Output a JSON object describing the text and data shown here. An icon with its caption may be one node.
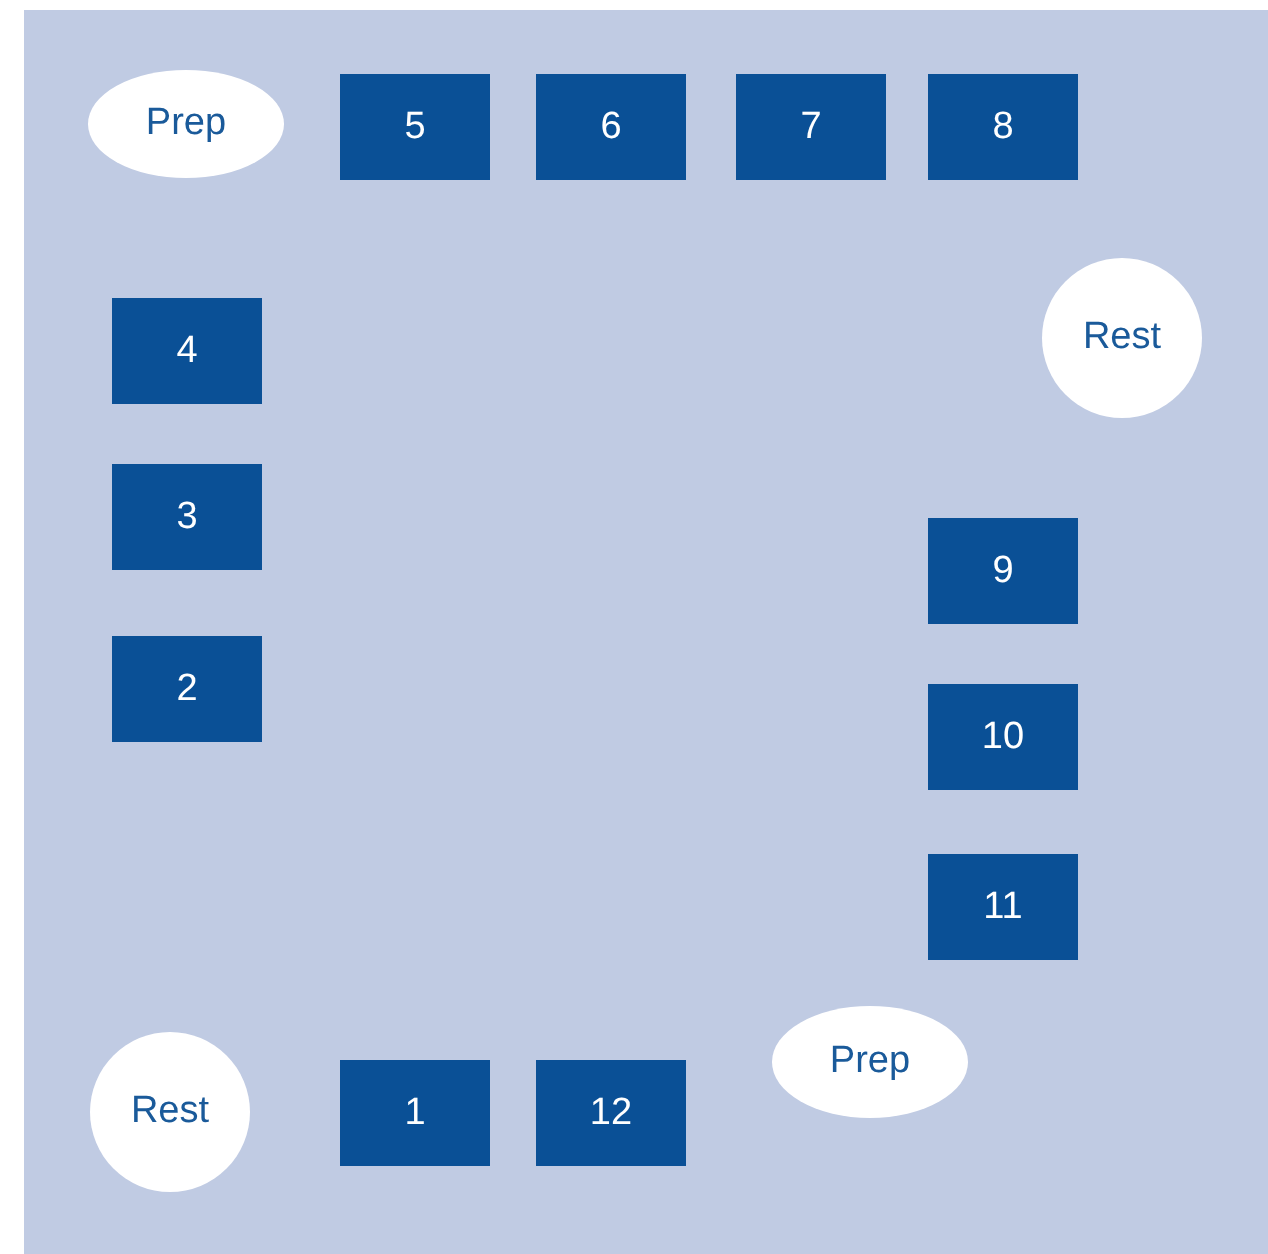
{
  "diagram": {
    "nodes": [
      {
        "text": [
          "Prep"
        ]
      },
      {
        "text": [
          "5"
        ]
      },
      {
        "text": [
          "6"
        ]
      },
      {
        "text": [
          "7"
        ]
      },
      {
        "text": [
          "8"
        ]
      },
      {
        "text": [
          "Rest"
        ]
      },
      {
        "text": [
          "4"
        ]
      },
      {
        "text": [
          "3"
        ]
      },
      {
        "text": [
          "9"
        ]
      },
      {
        "text": [
          "2"
        ]
      },
      {
        "text": [
          "10"
        ]
      },
      {
        "text": [
          "11"
        ]
      },
      {
        "text": [
          "Prep"
        ]
      },
      {
        "text": [
          "Rest"
        ]
      },
      {
        "text": [
          "1"
        ]
      },
      {
        "text": [
          "12"
        ]
      }
    ]
  }
}
